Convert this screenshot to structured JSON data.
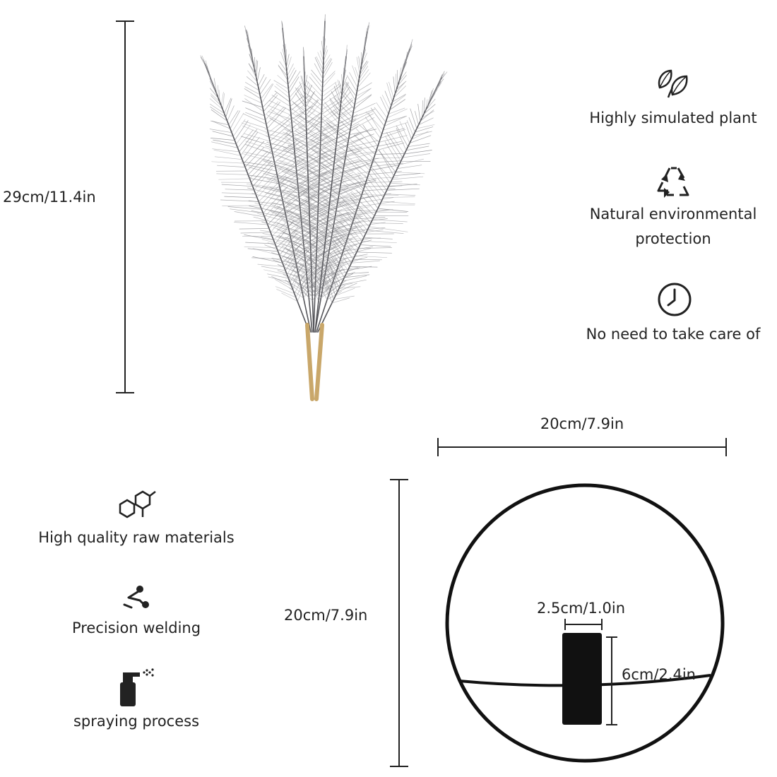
{
  "dimensions": {
    "plume_height": "29cm/11.4in",
    "ring_width": "20cm/7.9in",
    "ring_height": "20cm/7.9in",
    "holder_diameter": "2.5cm/1.0in",
    "holder_height": "6cm/2.4in"
  },
  "features_right": [
    {
      "label": "Highly simulated plant",
      "icon": "leaf-icon"
    },
    {
      "label_line1": "Natural environmental",
      "label_line2": "protection",
      "icon": "recycle-icon"
    },
    {
      "label": "No need to take care of",
      "icon": "clock-icon"
    }
  ],
  "features_left": [
    {
      "label": "High quality raw materials",
      "icon": "molecule-icon"
    },
    {
      "label": "Precision welding",
      "icon": "welding-icon"
    },
    {
      "label": "spraying process",
      "icon": "spray-bottle-icon"
    }
  ],
  "colors": {
    "plume": "#8a8a8e",
    "stem": "#c9a76a",
    "metal": "#111111",
    "text": "#222222"
  }
}
